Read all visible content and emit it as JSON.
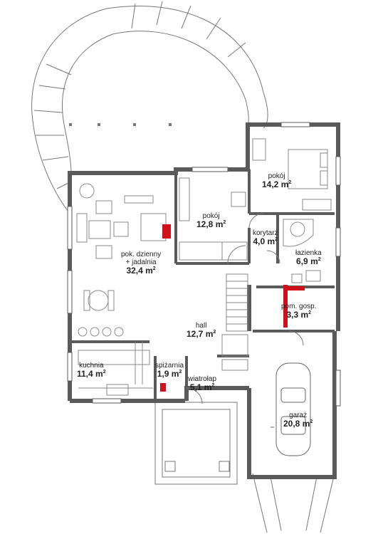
{
  "rooms": [
    {
      "id": "salon",
      "name_line1": "pok. dzienny",
      "name_line2": "+ jadalnia",
      "area": "32,4 m",
      "sup": "2"
    },
    {
      "id": "pokoj1",
      "name_line1": "pokój",
      "name_line2": "",
      "area": "12,8 m",
      "sup": "2"
    },
    {
      "id": "pokoj2",
      "name_line1": "pokój",
      "name_line2": "",
      "area": "14,2 m",
      "sup": "2"
    },
    {
      "id": "korytarz",
      "name_line1": "korytarz",
      "name_line2": "",
      "area": "4,0 m",
      "sup": "2"
    },
    {
      "id": "lazienka",
      "name_line1": "łazienka",
      "name_line2": "",
      "area": "6,9 m",
      "sup": "2"
    },
    {
      "id": "gosp",
      "name_line1": "pom. gosp.",
      "name_line2": "",
      "area": "3,3 m",
      "sup": "2"
    },
    {
      "id": "hall",
      "name_line1": "hall",
      "name_line2": "",
      "area": "12,7 m",
      "sup": "2"
    },
    {
      "id": "kuchnia",
      "name_line1": "kuchnia",
      "name_line2": "",
      "area": "11,4 m",
      "sup": "2"
    },
    {
      "id": "spizarnia",
      "name_line1": "spiżarnia",
      "name_line2": "",
      "area": "1,9 m",
      "sup": "2"
    },
    {
      "id": "wiatrolap",
      "name_line1": "wiatrołap",
      "name_line2": "",
      "area": "5,1 m",
      "sup": "2"
    },
    {
      "id": "garaz",
      "name_line1": "garaż",
      "name_line2": "",
      "area": "20,8 m",
      "sup": "2"
    }
  ],
  "colors": {
    "wall": "#5a5a5a",
    "accent": "#d0101a",
    "furniture": "#8a8a8a"
  }
}
